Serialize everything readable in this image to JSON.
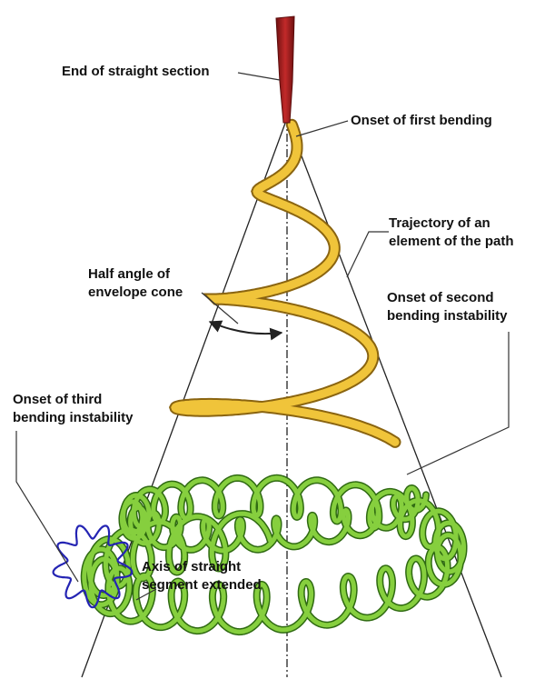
{
  "labels": {
    "end_straight": "End of straight section",
    "onset_first": "Onset of first bending",
    "trajectory": [
      "Trajectory of an",
      "element of the path"
    ],
    "half_angle": [
      "Half angle of",
      "envelope cone"
    ],
    "onset_second": [
      "Onset of second",
      "bending instability"
    ],
    "onset_third": [
      "Onset of third",
      "bending instability"
    ],
    "axis": [
      "Axis of straight",
      "segment extended"
    ]
  },
  "colors": {
    "straight_section": "#9b1c1c",
    "first_coil": "#e3b22c",
    "second_coil": "#7dc43a",
    "third_coil": "#2a2ab8",
    "lines": "#222222"
  },
  "icons": {
    "half_angle_marker": "double-headed-arc-arrow"
  }
}
